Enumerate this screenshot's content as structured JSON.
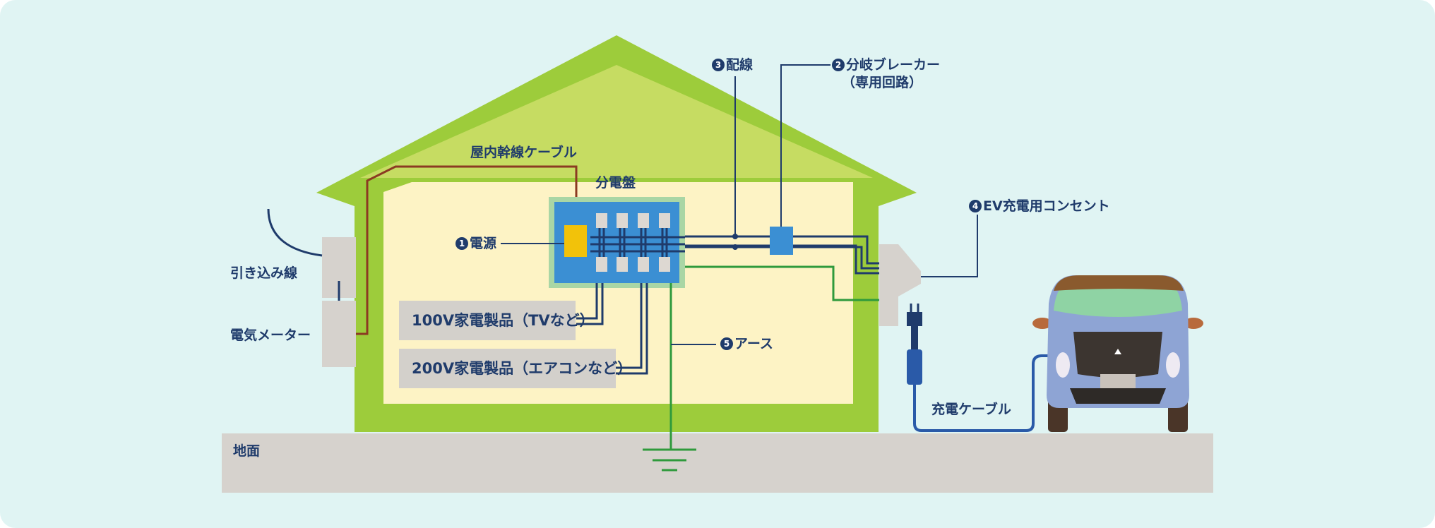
{
  "labels": {
    "service_drop": "引き込み線",
    "electric_meter": "電気メーター",
    "main_cable": "屋内幹線ケーブル",
    "distribution_board": "分電盤",
    "power_source": "電源",
    "wiring": "配線",
    "branch_breaker_line1": "分岐ブレーカー",
    "branch_breaker_line2": "（専用回路）",
    "ev_outlet": "EV充電用コンセント",
    "earth": "アース",
    "charging_cable": "充電ケーブル",
    "ground": "地面"
  },
  "numbers": {
    "power_source": "1",
    "branch_breaker": "2",
    "wiring": "3",
    "ev_outlet": "4",
    "earth": "5"
  },
  "appliances": [
    "100V家電製品（TVなど）",
    "200V家電製品（エアコンなど）"
  ],
  "colors": {
    "background": "#e0f4f3",
    "roof": "#9dcc3b",
    "interior": "#fdf3c5",
    "ground": "#d6d2cd",
    "text": "#1f3b6b",
    "wire_blue": "#1f3b6b",
    "earth_green": "#2f9a3c",
    "main_cable": "#8b3a22",
    "panel": "#3b8fd3",
    "power_source": "#f2c20a",
    "car_body": "#8ea4d4",
    "car_roof": "#8a5a2e"
  }
}
